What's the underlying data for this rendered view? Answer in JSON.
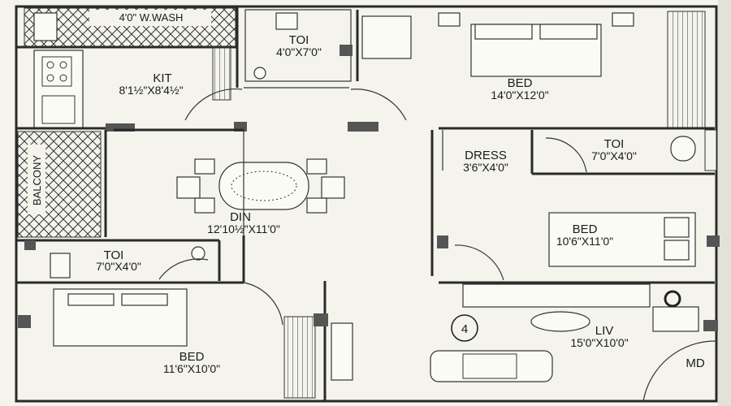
{
  "unit_number": "4",
  "rooms": {
    "wash": {
      "name": "4'0\" W.WASH"
    },
    "toilet_top": {
      "name": "TOI",
      "dim": "4'0\"X7'0\""
    },
    "kitchen": {
      "name": "KIT",
      "dim": "8'1½\"X8'4½\""
    },
    "bed_top": {
      "name": "BED",
      "dim": "14'0\"X12'0\""
    },
    "balcony": {
      "name": "BALCONY"
    },
    "dress": {
      "name": "DRESS",
      "dim": "3'6\"X4'0\""
    },
    "toilet_right": {
      "name": "TOI",
      "dim": "7'0\"X4'0\""
    },
    "dining": {
      "name": "DIN",
      "dim": "12'10½\"X11'0\""
    },
    "bed_mid_right": {
      "name": "BED",
      "dim": "10'6\"X11'0\""
    },
    "toilet_left": {
      "name": "TOI",
      "dim": "7'0\"X4'0\""
    },
    "bed_bottom": {
      "name": "BED",
      "dim": "11'6\"X10'0\""
    },
    "living": {
      "name": "LIV",
      "dim": "15'0\"X10'0\""
    },
    "md": {
      "name": "MD"
    }
  },
  "colors": {
    "background": "#f4f4ec",
    "wall": "#2a2a2a",
    "hatch_fill": "#e9e9e0",
    "column": "#555555"
  }
}
